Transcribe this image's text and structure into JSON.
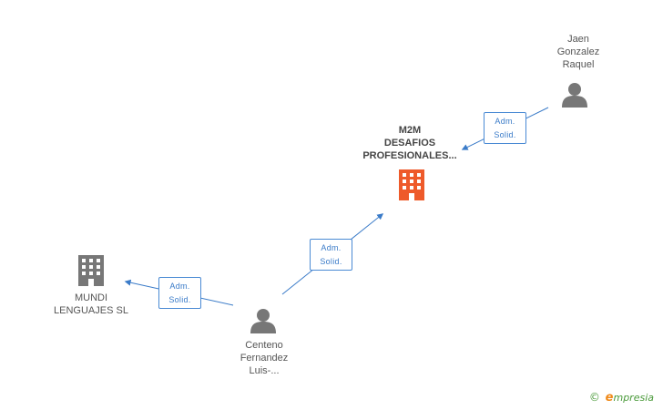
{
  "nodes": {
    "m2m": {
      "lines": [
        "M2M",
        "DESAFIOS",
        "PROFESIONALES..."
      ],
      "type": "company",
      "color": "#ee5a2a"
    },
    "mundi": {
      "lines": [
        "MUNDI",
        "LENGUAJES SL"
      ],
      "type": "company",
      "color": "#777777"
    },
    "jaen": {
      "lines": [
        "Jaen",
        "Gonzalez",
        "Raquel"
      ],
      "type": "person",
      "color": "#777777"
    },
    "centeno": {
      "lines": [
        "Centeno",
        "Fernandez",
        "Luis-..."
      ],
      "type": "person",
      "color": "#777777"
    }
  },
  "roles": {
    "jaen_m2m": [
      "Adm.",
      "Solid."
    ],
    "centeno_m2m": [
      "Adm.",
      "Solid."
    ],
    "centeno_mundi": [
      "Adm.",
      "Solid."
    ]
  },
  "colors": {
    "edge": "#3a7bc8",
    "edge_box": "#4a8ad4"
  },
  "watermark": {
    "copyright": "©",
    "brand_initial": "e",
    "brand_rest": "mpresia"
  }
}
